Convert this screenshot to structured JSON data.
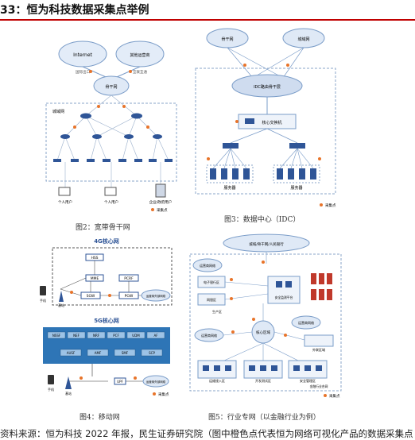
{
  "header": {
    "title": "33：恒为科技数据采集点举例"
  },
  "fig2": {
    "caption": "图2：宽带骨干网",
    "internet": "Internet",
    "other_ops": "其他运营商",
    "intl_exit": "国际出口",
    "interconnect": "互联互通",
    "backbone": "骨干网",
    "metro": "城域网",
    "personal_user": "个人用户",
    "corp_user": "企业/政府用户",
    "collection_point": "采集点"
  },
  "fig3": {
    "caption": "图3：数据中心（IDC）",
    "backbone": "骨干网",
    "metro": "城域网",
    "idc_router": "IDC路由骨干层",
    "core_switch": "核心交换机",
    "server_left": "服务器",
    "server_right": "服务器",
    "collection_point": "采集点"
  },
  "fig4": {
    "caption": "图4：移动网",
    "title_4g": "4G核心网",
    "title_5g": "5G核心网",
    "hss": "HSS",
    "mme": "MME",
    "sgw": "SGW",
    "pgw": "PGW",
    "pcrf": "PCRF",
    "enb": "基站",
    "phone": "手机",
    "phone5g": "手机",
    "gnb": "基站",
    "upf": "UPF",
    "internet_label": "运营商外部网络",
    "nf_row1": [
      "NSSF",
      "NEF",
      "NRF",
      "PCF",
      "UDM",
      "AF"
    ],
    "nf_row2": [
      "AUSF",
      "AMF",
      "SMF",
      "SCP"
    ],
    "collection_point": "采集点"
  },
  "fig5": {
    "caption": "图5：行业专网（以金融行业为例）",
    "top_cloud": "城域/骨干网/人民银行",
    "ops_net1": "运营商网络",
    "ops_net2": "运营商网络",
    "ops_net3": "运营商网络",
    "ebank": "电子银行区",
    "internet_office": "网银区",
    "production": "生产区",
    "security_platform": "安全监测平台",
    "core_zone": "核心区域",
    "external_zone": "外联区域",
    "ops_zone": "运维接入区",
    "dev_test": "开发测试区",
    "security_mgmt": "安全管理区",
    "finance_backbone": "金融行业合网",
    "collection_point": "采集点"
  },
  "footer": {
    "source": "资料来源：恒为科技 2022 年报，民生证券研究院（图中橙色点代表恒为网络可视化产品的数据采集点"
  },
  "colors": {
    "accent": "#c00000",
    "collection": "#e8742a",
    "device": "#2f5597",
    "cloud": "#dfe9f6"
  }
}
